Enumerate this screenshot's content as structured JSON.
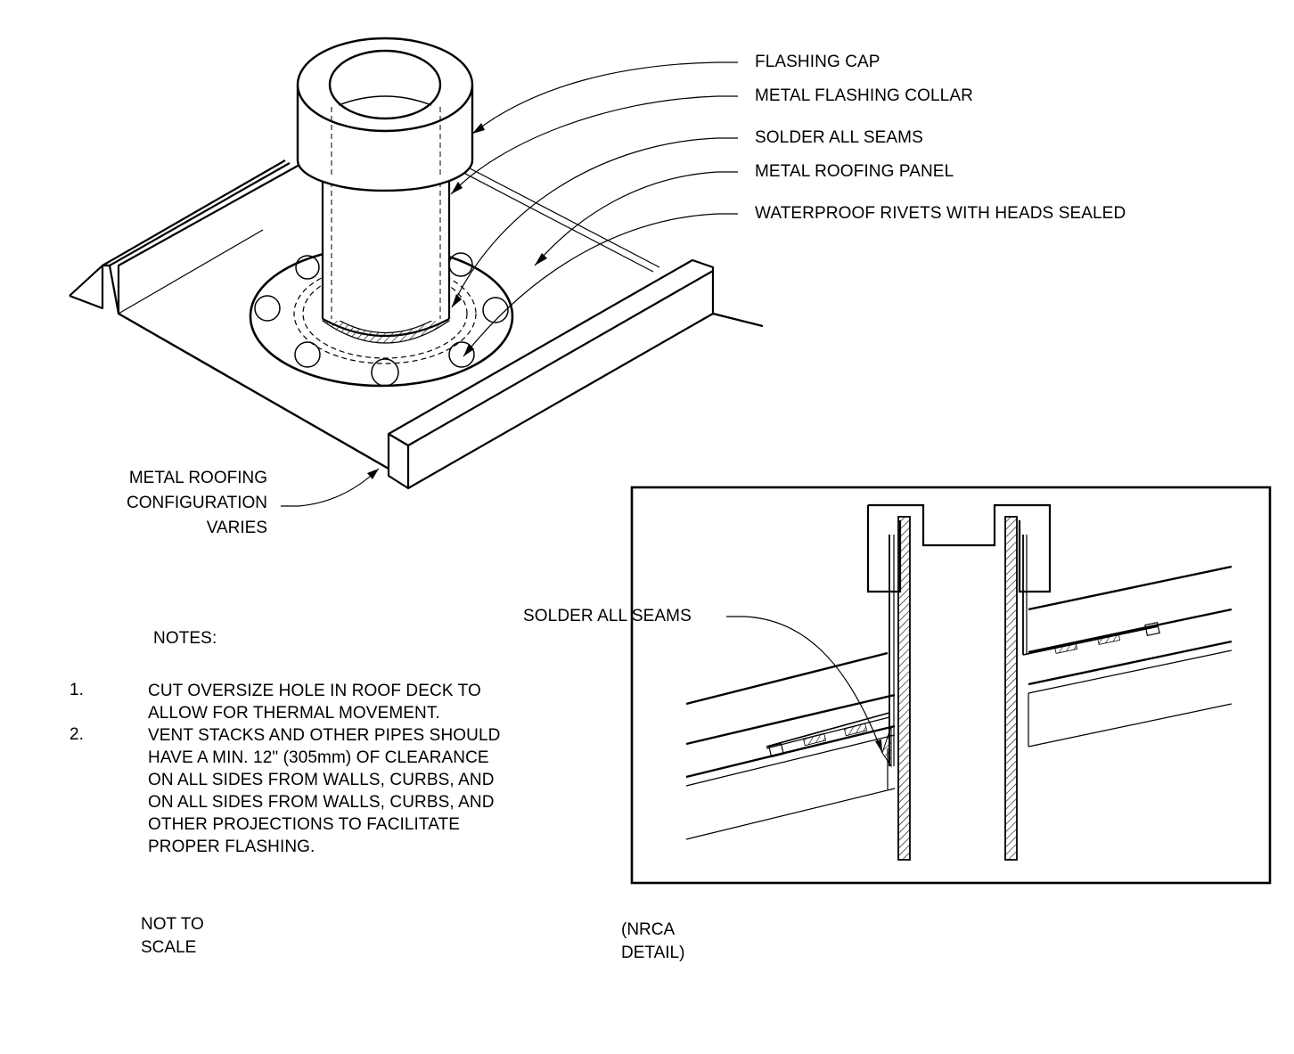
{
  "callouts": {
    "flashing_cap": "FLASHING CAP",
    "metal_flashing_collar": "METAL FLASHING COLLAR",
    "solder_all_seams": "SOLDER ALL SEAMS",
    "metal_roofing_panel": "METAL ROOFING PANEL",
    "waterproof_rivets": "WATERPROOF RIVETS WITH HEADS SEALED"
  },
  "config_label": [
    "METAL ROOFING",
    "CONFIGURATION",
    "VARIES"
  ],
  "detail_callout": "SOLDER ALL SEAMS",
  "notes": {
    "heading": "NOTES:",
    "items": [
      {
        "num": "1.",
        "lines": [
          "CUT OVERSIZE HOLE IN ROOF DECK TO",
          "ALLOW FOR THERMAL MOVEMENT."
        ]
      },
      {
        "num": "2.",
        "lines": [
          "VENT STACKS AND OTHER PIPES SHOULD",
          "HAVE A MIN. 12\" (305mm) OF CLEARANCE",
          "ON ALL SIDES FROM WALLS, CURBS, AND",
          "ON ALL SIDES FROM WALLS, CURBS, AND",
          "OTHER PROJECTIONS TO FACILITATE",
          "PROPER FLASHING."
        ]
      }
    ]
  },
  "footer": {
    "scale": [
      "NOT TO",
      "SCALE"
    ],
    "source": [
      "(NRCA",
      "DETAIL)"
    ]
  }
}
